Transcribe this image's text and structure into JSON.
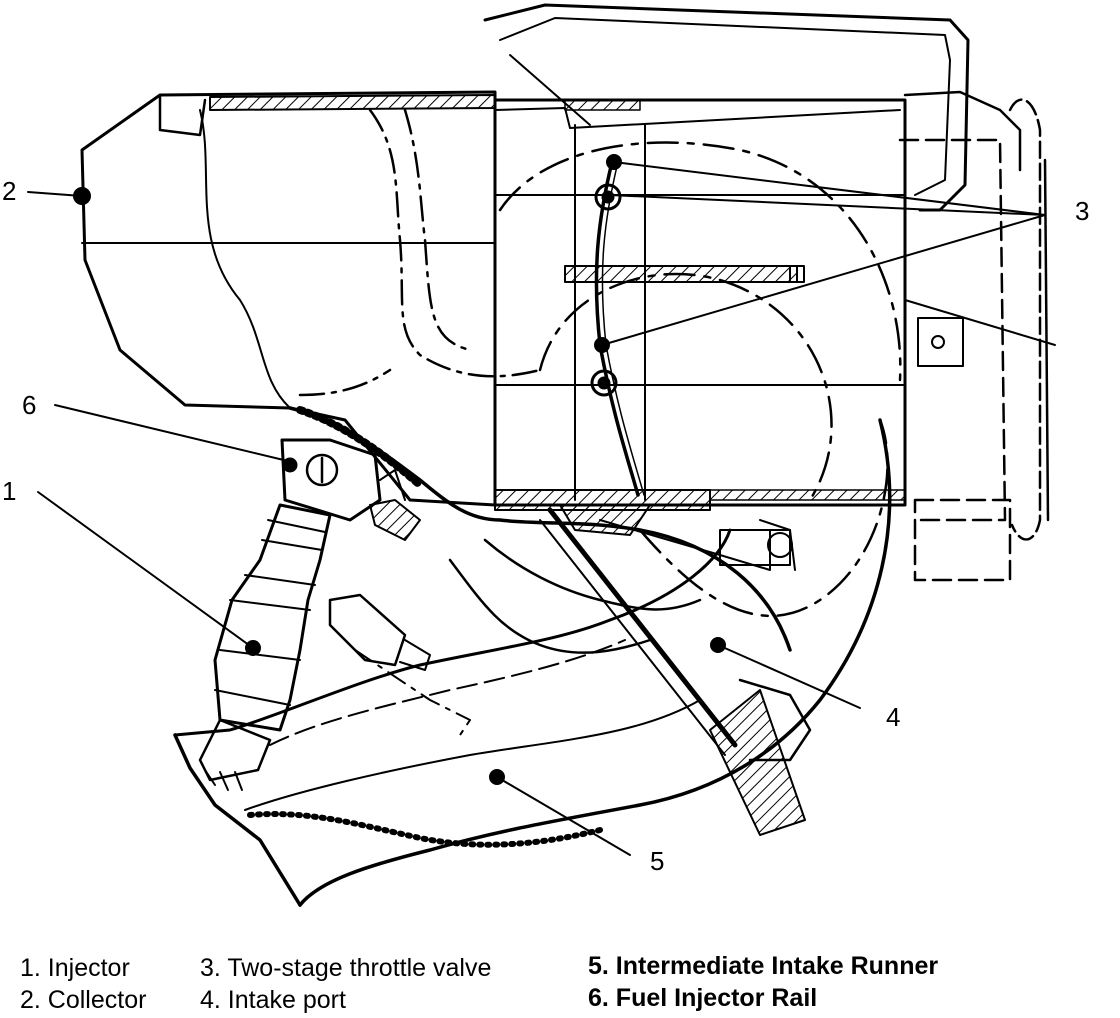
{
  "callouts": {
    "c1": "1",
    "c2": "2",
    "c3": "3",
    "c4": "4",
    "c5": "5",
    "c6": "6"
  },
  "legend": {
    "item1": "1.  Injector",
    "item2": "2.  Collector",
    "item3": "3.  Two-stage throttle valve",
    "item4": "4.  Intake port",
    "item5": "5. Intermediate Intake Runner",
    "item6": "6. Fuel Injector Rail"
  }
}
